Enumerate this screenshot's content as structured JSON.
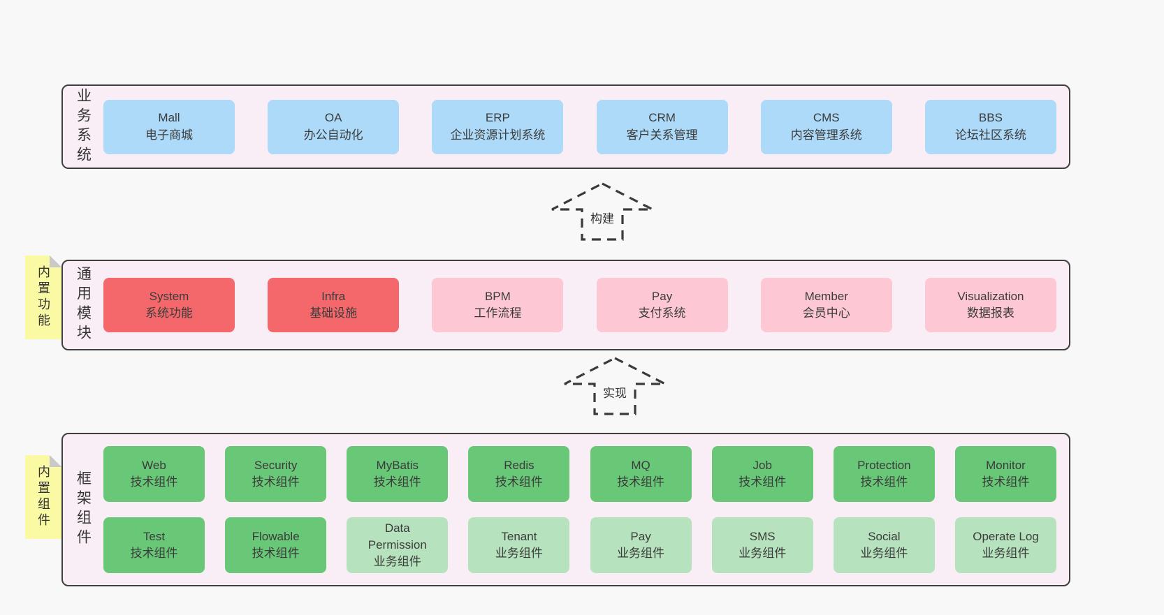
{
  "colors": {
    "page_bg": "#f8f8f8",
    "layer_bg": "#f9edf6",
    "layer_border": "#3f3f3f",
    "blue": "#addaf8",
    "red": "#f4686c",
    "pink": "#fdc8d3",
    "green_dark": "#68c877",
    "green_light": "#b6e2bd",
    "sticky": "#fafaa4",
    "sticky_fold": "#c9c9c9",
    "arrow": "#3a3a3a",
    "text": "#3b3b3b"
  },
  "arrows": {
    "build": "构建",
    "implement": "实现"
  },
  "layers": {
    "business": {
      "side_label": "业务系统",
      "boxes": [
        {
          "en": "Mall",
          "cn": "电子商城",
          "variant": "blue"
        },
        {
          "en": "OA",
          "cn": "办公自动化",
          "variant": "blue"
        },
        {
          "en": "ERP",
          "cn": "企业资源计划系统",
          "variant": "blue"
        },
        {
          "en": "CRM",
          "cn": "客户关系管理",
          "variant": "blue"
        },
        {
          "en": "CMS",
          "cn": "内容管理系统",
          "variant": "blue"
        },
        {
          "en": "BBS",
          "cn": "论坛社区系统",
          "variant": "blue"
        }
      ]
    },
    "modules": {
      "side_label": "通用模块",
      "sticky": "内置功能",
      "boxes": [
        {
          "en": "System",
          "cn": "系统功能",
          "variant": "red"
        },
        {
          "en": "Infra",
          "cn": "基础设施",
          "variant": "red"
        },
        {
          "en": "BPM",
          "cn": "工作流程",
          "variant": "pink"
        },
        {
          "en": "Pay",
          "cn": "支付系统",
          "variant": "pink"
        },
        {
          "en": "Member",
          "cn": "会员中心",
          "variant": "pink"
        },
        {
          "en": "Visualization",
          "cn": "数据报表",
          "variant": "pink"
        }
      ]
    },
    "framework": {
      "side_label": "框架组件",
      "sticky": "内置组件",
      "rows": [
        [
          {
            "en": "Web",
            "cn": "技术组件",
            "variant": "green-dark"
          },
          {
            "en": "Security",
            "cn": "技术组件",
            "variant": "green-dark"
          },
          {
            "en": "MyBatis",
            "cn": "技术组件",
            "variant": "green-dark"
          },
          {
            "en": "Redis",
            "cn": "技术组件",
            "variant": "green-dark"
          },
          {
            "en": "MQ",
            "cn": "技术组件",
            "variant": "green-dark"
          },
          {
            "en": "Job",
            "cn": "技术组件",
            "variant": "green-dark"
          },
          {
            "en": "Protection",
            "cn": "技术组件",
            "variant": "green-dark"
          },
          {
            "en": "Monitor",
            "cn": "技术组件",
            "variant": "green-dark"
          }
        ],
        [
          {
            "en": "Test",
            "cn": "技术组件",
            "variant": "green-dark"
          },
          {
            "en": "Flowable",
            "cn": "技术组件",
            "variant": "green-dark"
          },
          {
            "en": "Data Permission",
            "cn": "业务组件",
            "variant": "green-light"
          },
          {
            "en": "Tenant",
            "cn": "业务组件",
            "variant": "green-light"
          },
          {
            "en": "Pay",
            "cn": "业务组件",
            "variant": "green-light"
          },
          {
            "en": "SMS",
            "cn": "业务组件",
            "variant": "green-light"
          },
          {
            "en": "Social",
            "cn": "业务组件",
            "variant": "green-light"
          },
          {
            "en": "Operate Log",
            "cn": "业务组件",
            "variant": "green-light"
          }
        ]
      ]
    }
  }
}
